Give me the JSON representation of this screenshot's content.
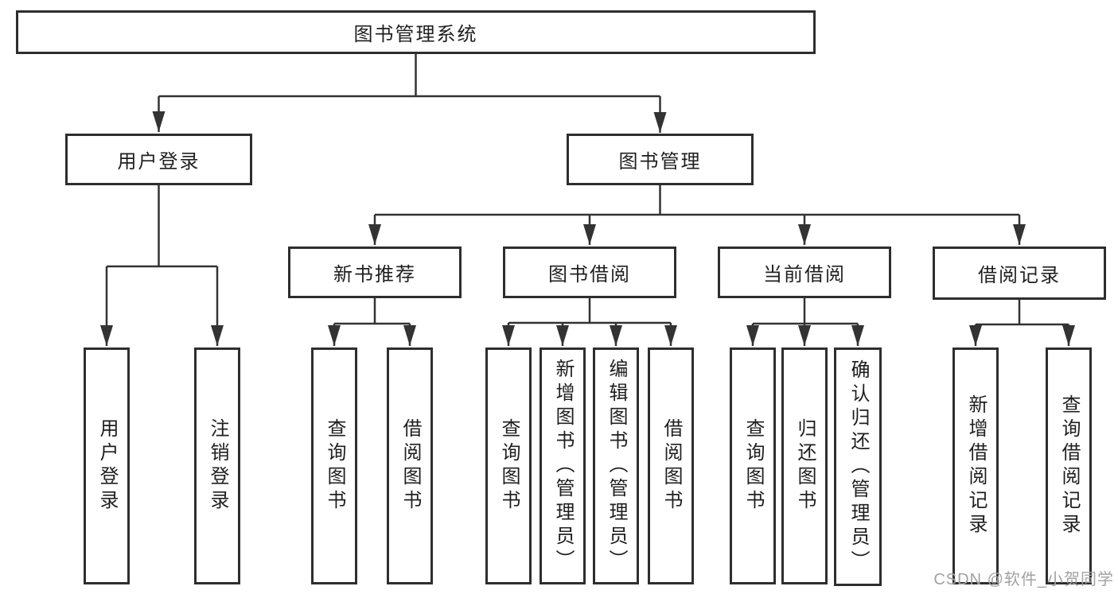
{
  "diagram": {
    "type": "tree",
    "title": "图书管理系统",
    "root": {
      "label": "图书管理系统",
      "children": [
        {
          "label": "用户登录",
          "children": [
            {
              "label": "用户登录"
            },
            {
              "label": "注销登录"
            }
          ]
        },
        {
          "label": "图书管理",
          "children": [
            {
              "label": "新书推荐",
              "children": [
                {
                  "label": "查询图书"
                },
                {
                  "label": "借阅图书"
                }
              ]
            },
            {
              "label": "图书借阅",
              "children": [
                {
                  "label": "查询图书"
                },
                {
                  "label": "新增图书（管理员）"
                },
                {
                  "label": "编辑图书（管理员）"
                },
                {
                  "label": "借阅图书"
                }
              ]
            },
            {
              "label": "当前借阅",
              "children": [
                {
                  "label": "查询图书"
                },
                {
                  "label": "归还图书"
                },
                {
                  "label": "确认归还（管理员）"
                }
              ]
            },
            {
              "label": "借阅记录",
              "children": [
                {
                  "label": "新增借阅记录"
                },
                {
                  "label": "查询借阅记录"
                }
              ]
            }
          ]
        }
      ]
    }
  },
  "watermark": {
    "text": "CSDN @软件_小贺同学"
  },
  "style": {
    "line_color": "#333333",
    "border_color": "#2e2e2e",
    "text_color": "#1f1f1f",
    "watermark_color": "#a2a2a2",
    "background": "#ffffff"
  }
}
